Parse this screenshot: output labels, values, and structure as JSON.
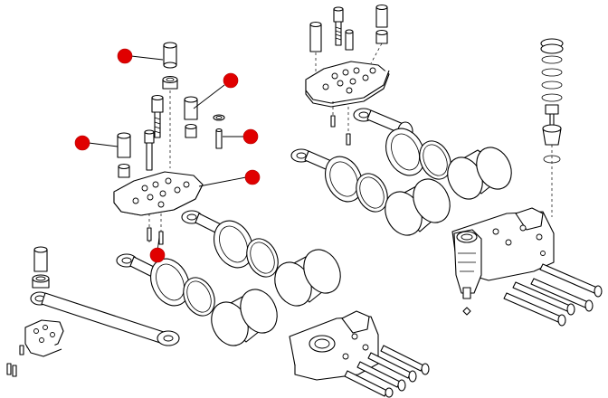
{
  "colors": {
    "background": "#ffffff",
    "line": "#000000",
    "marker": "#e00000"
  },
  "markers": [
    {
      "name": "callout-marker-cap"
    },
    {
      "name": "callout-marker-sleeve"
    },
    {
      "name": "callout-marker-bolt-sleeve"
    },
    {
      "name": "callout-marker-pin"
    },
    {
      "name": "callout-marker-manifold"
    },
    {
      "name": "callout-marker-lower-pin"
    }
  ]
}
